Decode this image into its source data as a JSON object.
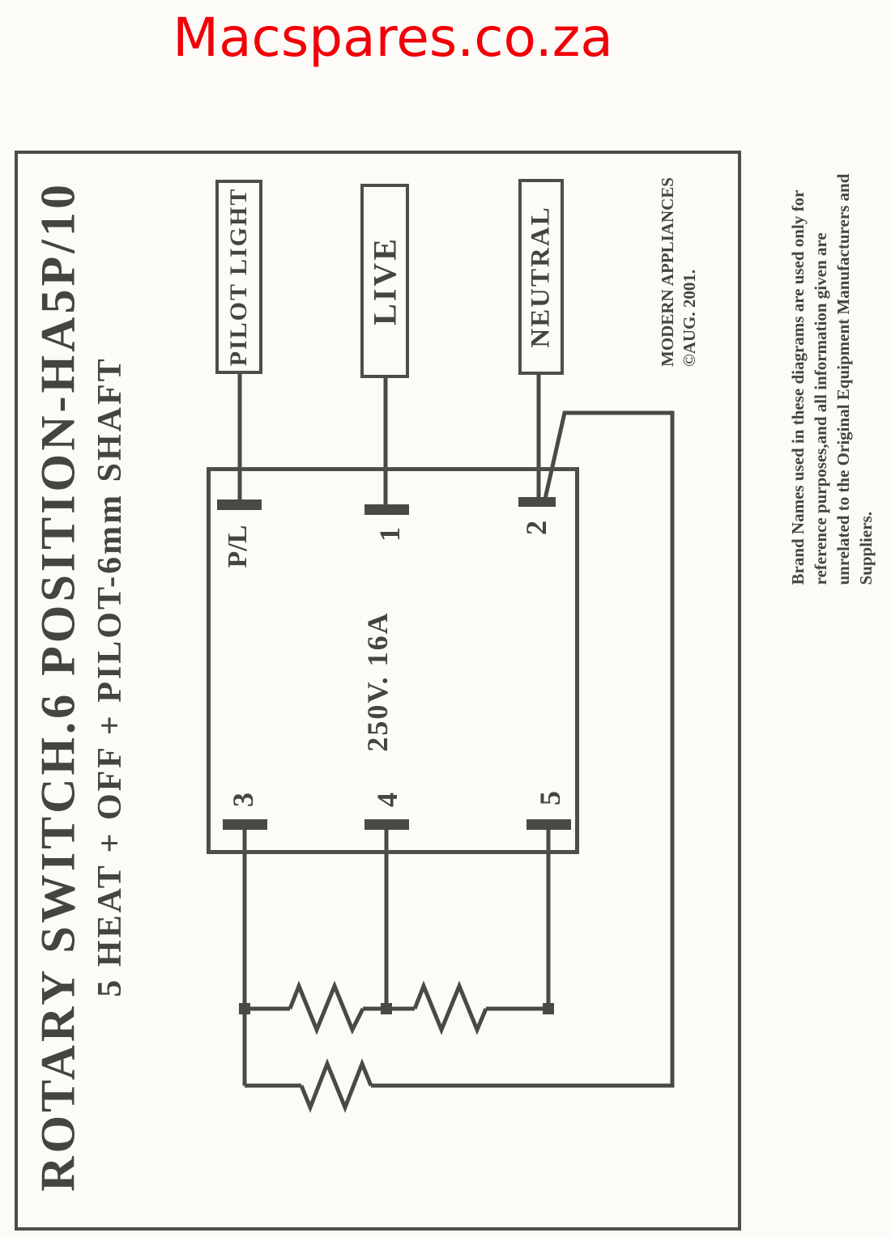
{
  "header": {
    "title": "Macspares.co.za",
    "accent_color": "#f10008"
  },
  "diagram": {
    "title": "ROTARY SWITCH.6 POSITION-HA5P/10",
    "subtitle": "5 HEAT + OFF + PILOT-6mm SHAFT",
    "rating": "250V. 16A",
    "ink_color": "#45443f",
    "components": {
      "pilot_light": "PILOT LIGHT",
      "live": "LIVE",
      "neutral": "NEUTRAL"
    },
    "terminals": {
      "pl": "P/L",
      "t1": "1",
      "t2": "2",
      "t3": "3",
      "t4": "4",
      "t5": "5"
    },
    "maker": "MODERN APPLIANCES",
    "copyright": "©AUG. 2001."
  },
  "disclaimer": {
    "lines": [
      "Brand Names used in these diagrams are used only for",
      "reference purposes,and all information given are",
      "unrelated to the Original Equipment Manufacturers and",
      "Suppliers."
    ]
  }
}
